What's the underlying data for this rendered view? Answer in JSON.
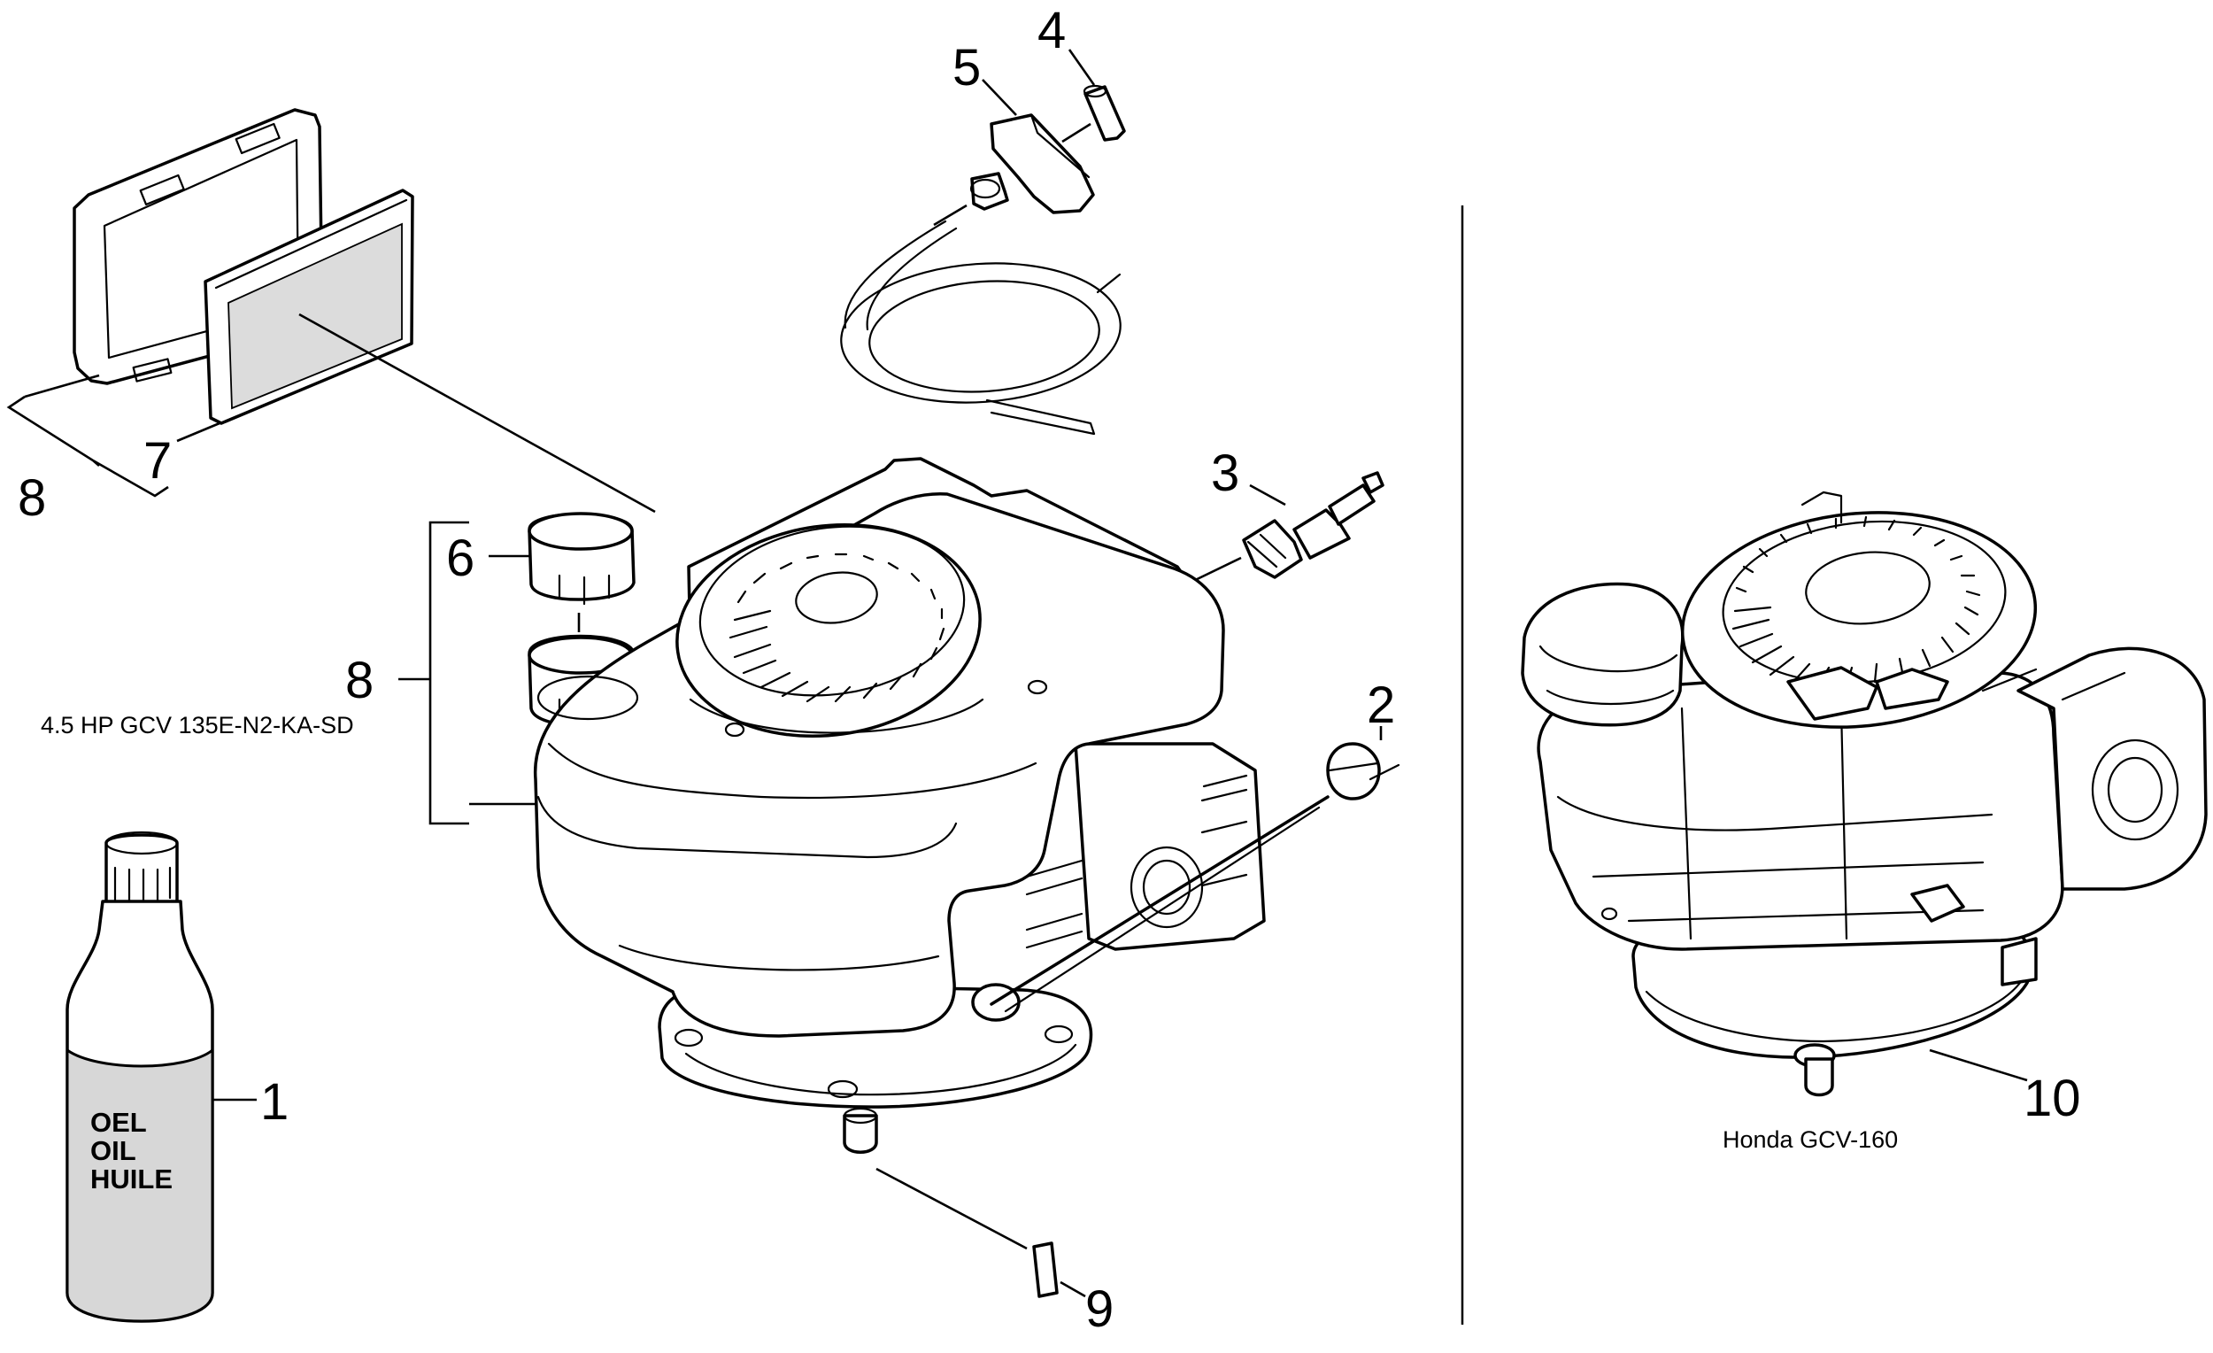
{
  "captions": {
    "left_engine": "4.5 HP GCV 135E-N2-KA-SD",
    "right_engine": "Honda GCV-160"
  },
  "bottle_label": [
    "OEL",
    "OIL",
    "HUILE"
  ],
  "callouts": {
    "oil": "1",
    "dipstick": "2",
    "spark_plug": "3",
    "pin": "4",
    "handle": "5",
    "cap": "6",
    "filter": "7",
    "filter_kit": "8",
    "tank_kit": "8",
    "key": "9",
    "engine": "10"
  }
}
